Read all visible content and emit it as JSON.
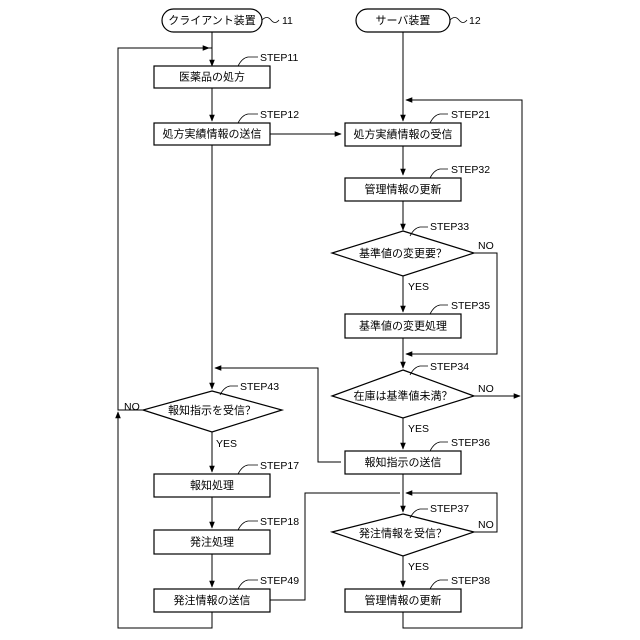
{
  "terminals": {
    "client": {
      "label": "クライアント装置",
      "ref": "11"
    },
    "server": {
      "label": "サーバ装置",
      "ref": "12"
    }
  },
  "steps": {
    "s11": {
      "id": "STEP11",
      "label": "医薬品の処方"
    },
    "s12": {
      "id": "STEP12",
      "label": "処方実績情報の送信"
    },
    "s21": {
      "id": "STEP21",
      "label": "処方実績情報の受信"
    },
    "s32": {
      "id": "STEP32",
      "label": "管理情報の更新"
    },
    "s33": {
      "id": "STEP33",
      "label": "基準値の変更要？"
    },
    "s35": {
      "id": "STEP35",
      "label": "基準値の変更処理"
    },
    "s34": {
      "id": "STEP34",
      "label": "在庫は基準値未満？"
    },
    "s43": {
      "id": "STEP43",
      "label": "報知指示を受信？"
    },
    "s36": {
      "id": "STEP36",
      "label": "報知指示の送信"
    },
    "s17": {
      "id": "STEP17",
      "label": "報知処理"
    },
    "s37": {
      "id": "STEP37",
      "label": "発注情報を受信？"
    },
    "s18": {
      "id": "STEP18",
      "label": "発注処理"
    },
    "s49": {
      "id": "STEP49",
      "label": "発注情報の送信"
    },
    "s38": {
      "id": "STEP38",
      "label": "管理情報の更新"
    }
  },
  "branches": {
    "yes": "YES",
    "no": "NO"
  }
}
